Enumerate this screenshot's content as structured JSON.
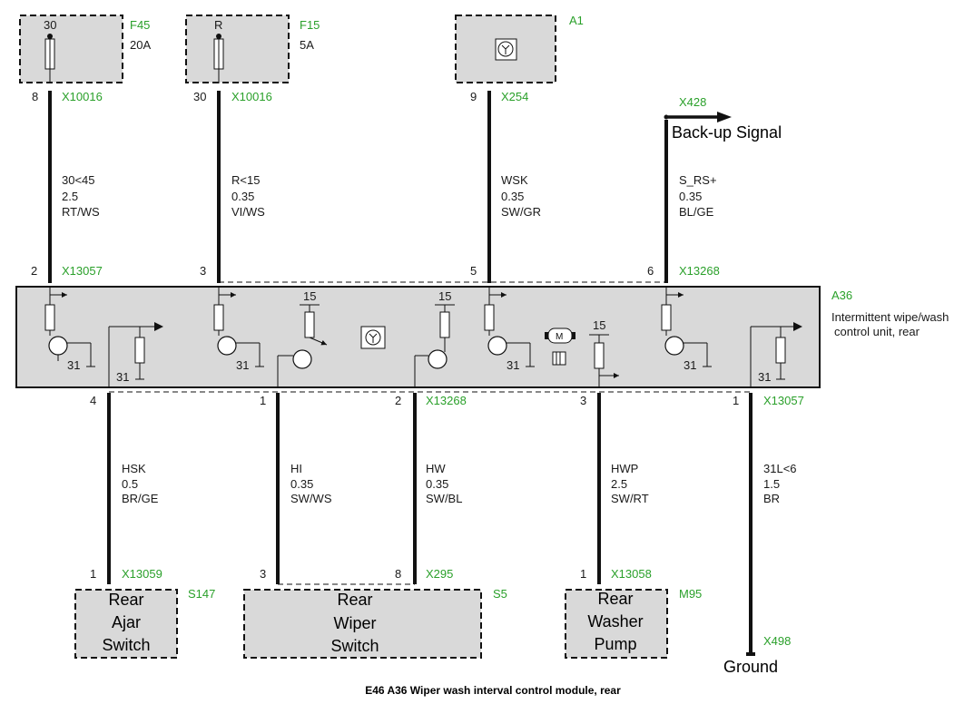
{
  "caption": "E46 A36 Wiper wash interval control module, rear",
  "top_components": [
    {
      "id": "F45",
      "inner": "30",
      "rating": "20A",
      "pin": "8",
      "connector": "X10016"
    },
    {
      "id": "F15",
      "inner": "R",
      "rating": "5A",
      "pin": "30",
      "connector": "X10016"
    },
    {
      "id": "A1",
      "pin": "9",
      "connector": "X254"
    }
  ],
  "backup": {
    "connector": "X428",
    "label": "Back-up Signal"
  },
  "top_wires": [
    {
      "signal": "30<45",
      "gauge": "2.5",
      "color": "RT/WS"
    },
    {
      "signal": "R<15",
      "gauge": "0.35",
      "color": "VI/WS"
    },
    {
      "signal": "WSK",
      "gauge": "0.35",
      "color": "SW/GR"
    },
    {
      "signal": "S_RS+",
      "gauge": "0.35",
      "color": "BL/GE"
    }
  ],
  "module_top_pins": [
    {
      "pin": "2",
      "connector": "X13057"
    },
    {
      "pin": "3"
    },
    {
      "pin": "5"
    },
    {
      "pin": "6",
      "connector": "X13268"
    }
  ],
  "module": {
    "id": "A36",
    "desc_line1": "Intermittent wipe/wash",
    "desc_line2": "control unit, rear"
  },
  "internal_labels": {
    "l15": "15",
    "l31": "31"
  },
  "module_bottom_pins": [
    {
      "pin": "4"
    },
    {
      "pin": "1"
    },
    {
      "pin": "2",
      "connector": "X13268"
    },
    {
      "pin": "3"
    },
    {
      "pin": "1",
      "connector": "X13057"
    }
  ],
  "bottom_wires": [
    {
      "signal": "HSK",
      "gauge": "0.5",
      "color": "BR/GE"
    },
    {
      "signal": "HI",
      "gauge": "0.35",
      "color": "SW/WS"
    },
    {
      "signal": "HW",
      "gauge": "0.35",
      "color": "SW/BL"
    },
    {
      "signal": "HWP",
      "gauge": "2.5",
      "color": "SW/RT"
    },
    {
      "signal": "31L<6",
      "gauge": "1.5",
      "color": "BR"
    }
  ],
  "bottom_components": [
    {
      "id": "S147",
      "pin": "1",
      "connector": "X13059",
      "line1": "Rear",
      "line2": "Ajar",
      "line3": "Switch"
    },
    {
      "id": "S5",
      "pin_a": "3",
      "pin_b": "8",
      "connector": "X295",
      "line1": "Rear",
      "line2": "Wiper",
      "line3": "Switch"
    },
    {
      "id": "M95",
      "pin": "1",
      "connector": "X13058",
      "line1": "Rear",
      "line2": "Washer",
      "line3": "Pump"
    }
  ],
  "ground": {
    "connector": "X498",
    "label": "Ground"
  }
}
